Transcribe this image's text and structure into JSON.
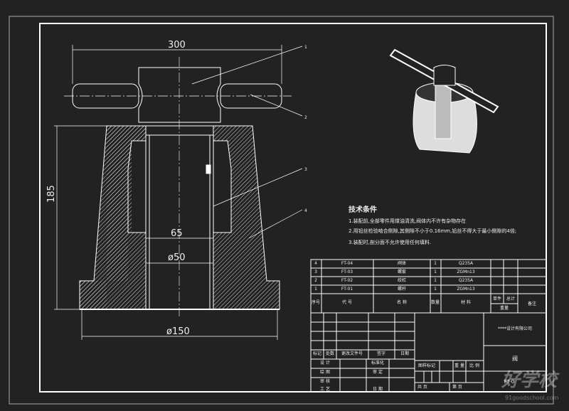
{
  "dimensions": {
    "width_total": "300",
    "height_total": "185",
    "inner": "65",
    "bore": "ø50",
    "base": "ø150"
  },
  "leaders": [
    "1",
    "2",
    "3",
    "4"
  ],
  "tech": {
    "title": "技术条件",
    "items": [
      "1.装配前,全部零件用煤油清洗,阀体内不许有杂物存在",
      "2.用铅丝检验啮合侧隙,其侧隙不小于0.16mm,铅丝不得大于最小侧隙的4倍;",
      "3.装配时,剖分面不允许使用任何填料."
    ]
  },
  "bom": {
    "rows": [
      {
        "no": "4",
        "code": "FT-04",
        "name": "阀体",
        "qty": "1",
        "material": "Q235A"
      },
      {
        "no": "3",
        "code": "FT-03",
        "name": "螺套",
        "qty": "1",
        "material": "ZGMn13"
      },
      {
        "no": "2",
        "code": "FT-02",
        "name": "绞杠",
        "qty": "1",
        "material": "Q235A"
      },
      {
        "no": "1",
        "code": "FT-01",
        "name": "螺杆",
        "qty": "1",
        "material": "ZGMn13"
      }
    ],
    "header": {
      "no": "序号",
      "code": "代 号",
      "name": "名 称",
      "qty": "数量",
      "material": "材 料",
      "unit": "单件",
      "total": "总计",
      "weight": "重量",
      "remark": "备注"
    }
  },
  "title_block": {
    "company": "****设计有限公司",
    "drawing_name": "阀",
    "drawing_no": "FT-0",
    "rev_labels": [
      "标记",
      "处数",
      "更改文件号",
      "签字",
      "日期"
    ],
    "left_labels": [
      "设 计",
      "绘 图",
      "审 核",
      "工 艺"
    ],
    "mid_labels": [
      "标准化",
      "审 定",
      "",
      "日 期"
    ],
    "stage": "图样标记",
    "weight": "重 量",
    "scale": "比 例",
    "sheets_total": "共    页",
    "sheet_no": "第    页"
  },
  "watermark": {
    "text": "好学校",
    "url_text": "91goodschool.com"
  }
}
